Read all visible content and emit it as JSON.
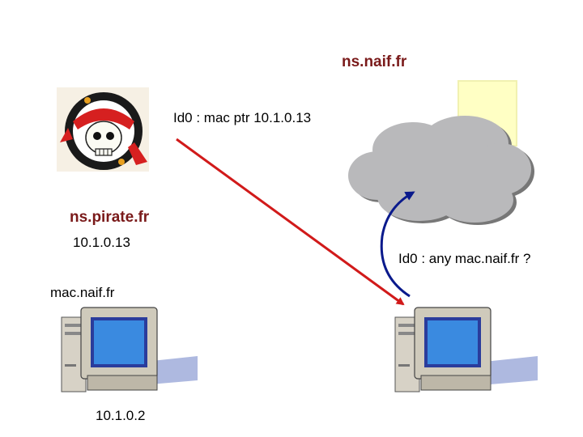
{
  "labels": {
    "server_name": "ns.naif.fr",
    "pirate_name": "ns.pirate.fr",
    "pirate_ip": "10.1.0.13",
    "mac_name": "mac.naif.fr",
    "mac_ip": "10.1.0.2",
    "spoofed_reply": "Id0 : mac ptr 10.1.0.13",
    "query": "Id0 : any mac.naif.fr ?"
  },
  "colors": {
    "title_color": "#7a1a1a",
    "reply_arrow": "#d11a1a",
    "query_arrow": "#0a1a8c",
    "cloud_fill": "#b9b9bb",
    "server_box": "#ffffc4"
  }
}
